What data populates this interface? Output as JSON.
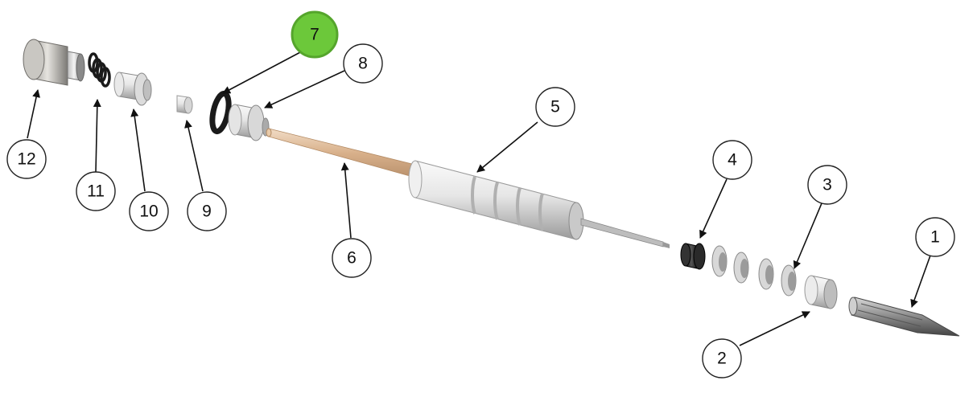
{
  "callouts": [
    {
      "id": "1",
      "label": "1",
      "highlighted": false
    },
    {
      "id": "2",
      "label": "2",
      "highlighted": false
    },
    {
      "id": "3",
      "label": "3",
      "highlighted": false
    },
    {
      "id": "4",
      "label": "4",
      "highlighted": false
    },
    {
      "id": "5",
      "label": "5",
      "highlighted": false
    },
    {
      "id": "6",
      "label": "6",
      "highlighted": false
    },
    {
      "id": "7",
      "label": "7",
      "highlighted": true
    },
    {
      "id": "8",
      "label": "8",
      "highlighted": false
    },
    {
      "id": "9",
      "label": "9",
      "highlighted": false
    },
    {
      "id": "10",
      "label": "10",
      "highlighted": false
    },
    {
      "id": "11",
      "label": "11",
      "highlighted": false
    },
    {
      "id": "12",
      "label": "12",
      "highlighted": false
    }
  ],
  "colors": {
    "highlight_fill": "#6cc83a",
    "highlight_stroke": "#55a52c",
    "callout_stroke": "#222222",
    "leader_line": "#111111",
    "metal_light": "#f2f2f2",
    "metal_mid": "#cfcfcf",
    "metal_dark": "#8e8e8e",
    "brass": "#d9b38f",
    "rubber": "#222222"
  }
}
